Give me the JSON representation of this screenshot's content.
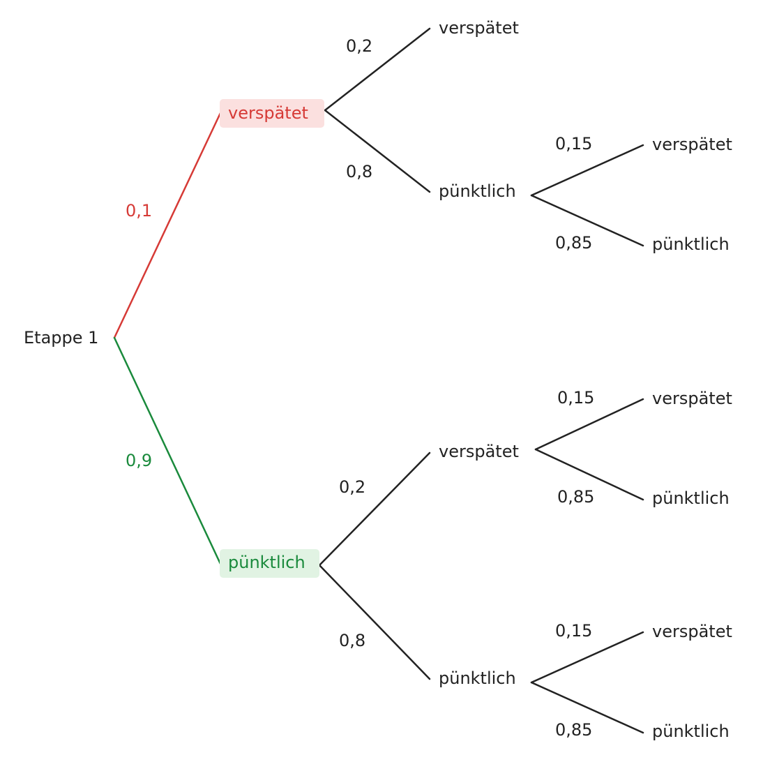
{
  "colors": {
    "line": "#222222",
    "text": "#222222",
    "late_accent": "#d63a36",
    "late_highlight": "#fbe0df",
    "ontime_accent": "#1a8a3c",
    "ontime_highlight": "#e1f3e3"
  },
  "root": {
    "label": "Etappe 1"
  },
  "level1": {
    "late": {
      "label": "verspätet",
      "prob": "0,1"
    },
    "ontime": {
      "label": "pünktlich",
      "prob": "0,9"
    }
  },
  "level2": {
    "late_late": {
      "label": "verspätet",
      "prob": "0,2"
    },
    "late_ontime": {
      "label": "pünktlich",
      "prob": "0,8"
    },
    "ontime_late": {
      "label": "verspätet",
      "prob": "0,2"
    },
    "ontime_ontime": {
      "label": "pünktlich",
      "prob": "0,8"
    }
  },
  "level3": {
    "lo_late": {
      "label": "verspätet",
      "prob": "0,15"
    },
    "lo_ontime": {
      "label": "pünktlich",
      "prob": "0,85"
    },
    "ol_late": {
      "label": "verspätet",
      "prob": "0,15"
    },
    "ol_ontime": {
      "label": "pünktlich",
      "prob": "0,85"
    },
    "oo_late": {
      "label": "verspätet",
      "prob": "0,15"
    },
    "oo_ontime": {
      "label": "pünktlich",
      "prob": "0,85"
    }
  }
}
